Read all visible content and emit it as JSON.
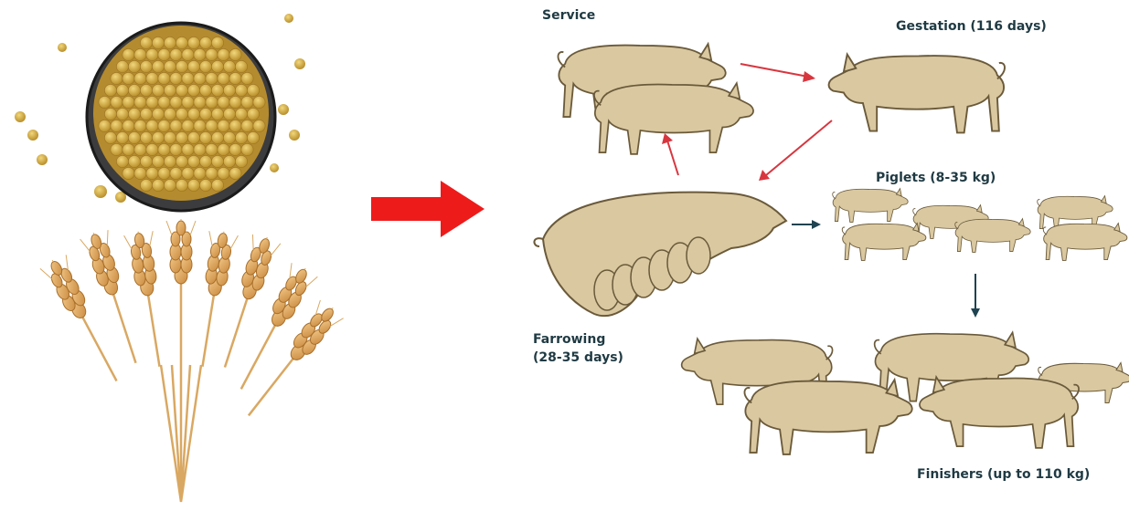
{
  "stages": {
    "service": "Service",
    "gestation": "Gestation (116 days)",
    "piglets": "Piglets (8-35 kg)",
    "farrowing_line1": "Farrowing",
    "farrowing_line2": "(28-35 days)",
    "finishers": "Finishers (up to 110 kg)"
  },
  "feed_items": [
    "soybeans",
    "wheat"
  ],
  "colors": {
    "pig_fill": "#d9c8a0",
    "pig_stroke": "#6b5a3a",
    "cycle_arrow": "#d8363f",
    "flow_arrow": "#1f4350",
    "feed_arrow": "#ee1b1b",
    "label_text": "#1f3a43",
    "soy": "#d8b54c",
    "wheat": "#d9a862"
  }
}
